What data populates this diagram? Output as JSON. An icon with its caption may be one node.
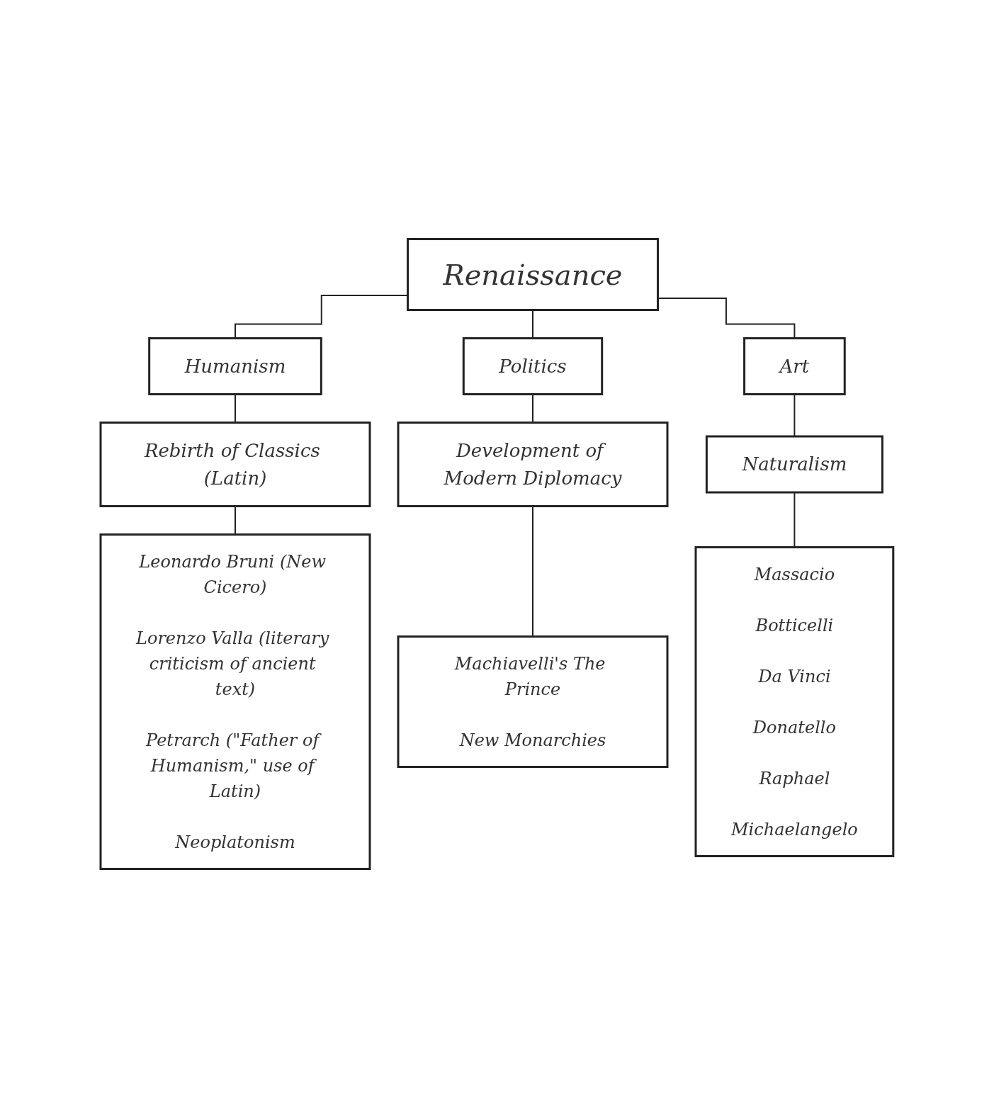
{
  "diagram": {
    "nodes": [
      {
        "text": [
          "Renaissance"
        ]
      },
      {
        "text": [
          "Humanism"
        ]
      },
      {
        "text": [
          "Politics"
        ]
      },
      {
        "text": [
          "Art"
        ]
      },
      {
        "text": [
          "Rebirth of Classics (Latin)"
        ]
      },
      {
        "text": [
          "Development of Modern Diplomacy"
        ]
      },
      {
        "text": [
          "Naturalism"
        ]
      },
      {
        "text": [
          "Leonardo Bruni (New Cicero)",
          "Lorenzo Valla (literary criticism of ancient text)",
          "Petrarch (\"Father of Humanism,\" use of Latin)",
          "Neoplatonism"
        ]
      },
      {
        "text": [
          "Machiavelli's The Prince",
          "New Monarchies"
        ]
      },
      {
        "text": [
          "Massacio",
          "Botticelli",
          "Da Vinci",
          "Donatello",
          "Raphael",
          "Michaelangelo"
        ]
      }
    ],
    "edges": [
      {
        "from": 0,
        "to": 1,
        "arrow": "none"
      },
      {
        "from": 0,
        "to": 2,
        "arrow": "none"
      },
      {
        "from": 0,
        "to": 3,
        "arrow": "none"
      },
      {
        "from": 1,
        "to": 4,
        "arrow": "none"
      },
      {
        "from": 2,
        "to": 5,
        "arrow": "none"
      },
      {
        "from": 3,
        "to": 6,
        "arrow": "none"
      },
      {
        "from": 4,
        "to": 7,
        "arrow": "none"
      },
      {
        "from": 5,
        "to": 8,
        "arrow": "none"
      },
      {
        "from": 6,
        "to": 9,
        "arrow": "none"
      }
    ]
  }
}
